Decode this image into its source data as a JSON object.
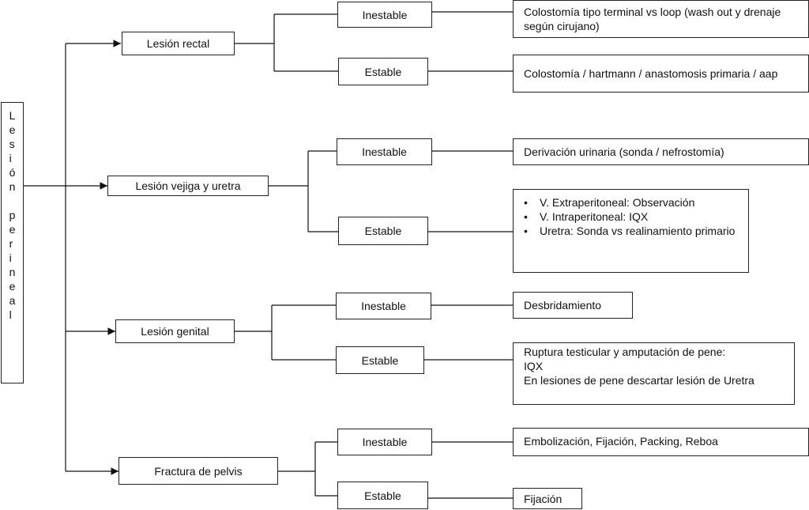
{
  "root": {
    "label": "Lesión perineal"
  },
  "branches": [
    {
      "label": "Lesión rectal",
      "unstable": {
        "label": "Inestable",
        "outcome": "Colostomía tipo terminal vs loop (wash out y drenaje según cirujano)"
      },
      "stable": {
        "label": "Estable",
        "outcome": "Colostomía / hartmann / anastomosis primaria / aap"
      }
    },
    {
      "label": "Lesión vejiga y uretra",
      "unstable": {
        "label": "Inestable",
        "outcome": "Derivación urinaria (sonda / nefrostomía)"
      },
      "stable": {
        "label": "Estable",
        "outcome_items": [
          "V. Extraperitoneal: Observación",
          "V. Intraperitoneal: IQX",
          "Uretra: Sonda vs realinamiento primario"
        ]
      }
    },
    {
      "label": "Lesión genital",
      "unstable": {
        "label": "Inestable",
        "outcome": "Desbridamiento"
      },
      "stable": {
        "label": "Estable",
        "outcome_lines": [
          "Ruptura testicular y amputación de pene:",
          "IQX",
          "En lesiones de pene descartar lesión de Uretra"
        ]
      }
    },
    {
      "label": "Fractura de pelvis",
      "unstable": {
        "label": "Inestable",
        "outcome": "Embolización, Fijación, Packing, Reboa"
      },
      "stable": {
        "label": "Estable",
        "outcome": "Fijación"
      }
    }
  ]
}
